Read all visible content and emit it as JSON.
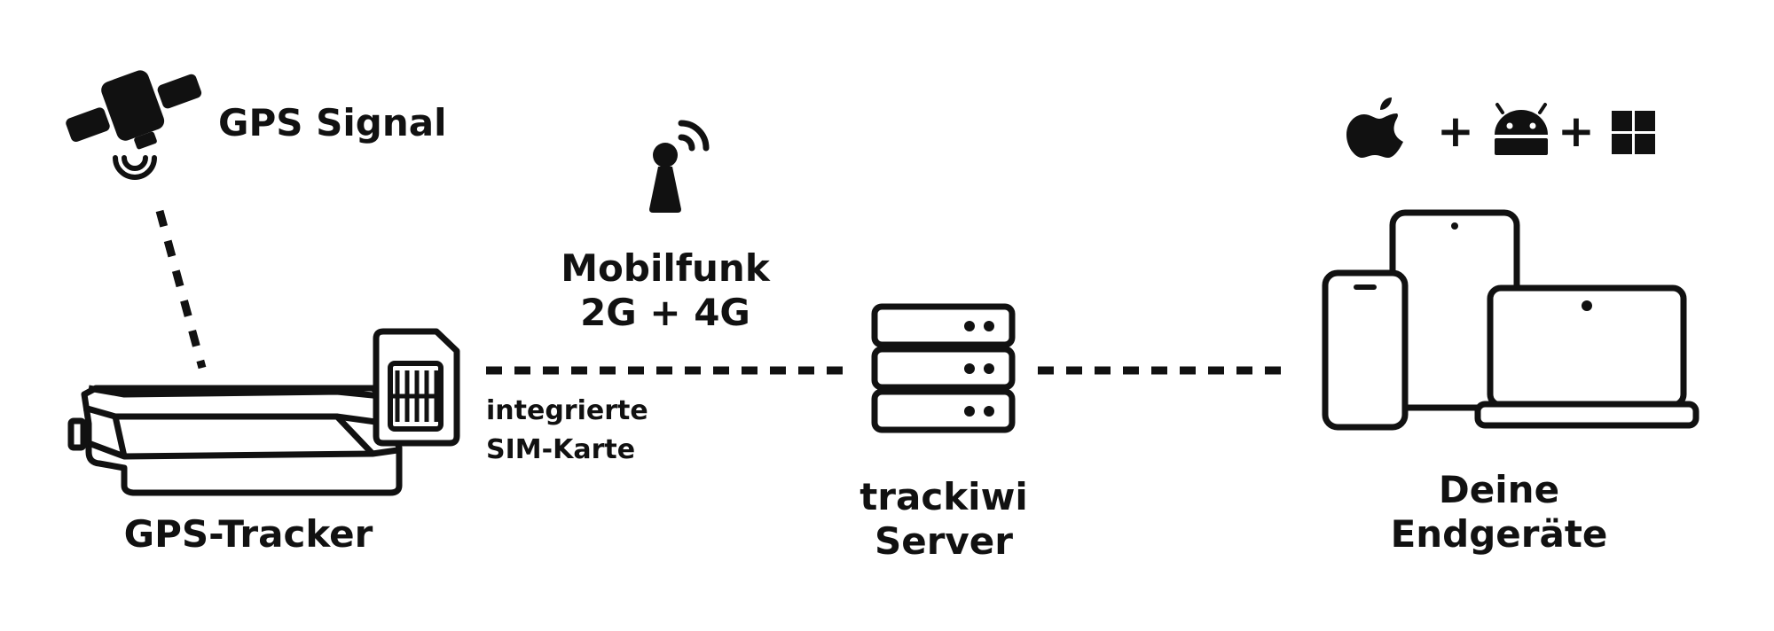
{
  "labels": {
    "gps_signal": "GPS Signal",
    "mobile": {
      "line1": "Mobilfunk",
      "line2": "2G + 4G"
    },
    "sim": {
      "line1": "integrierte",
      "line2": "SIM-Karte"
    },
    "tracker": "GPS-Tracker",
    "server": {
      "line1": "trackiwi",
      "line2": "Server"
    },
    "devices": {
      "line1": "Deine",
      "line2": "Endgeräte"
    },
    "plus_1": "+",
    "plus_2": "+"
  },
  "colors": {
    "stroke": "#111111",
    "background": "#ffffff"
  },
  "icons": [
    "satellite-icon",
    "cell-tower-icon",
    "sim-card-icon",
    "gps-tracker-icon",
    "server-icon",
    "apple-icon",
    "android-icon",
    "windows-icon",
    "smartphone-icon",
    "tablet-icon",
    "laptop-icon"
  ]
}
